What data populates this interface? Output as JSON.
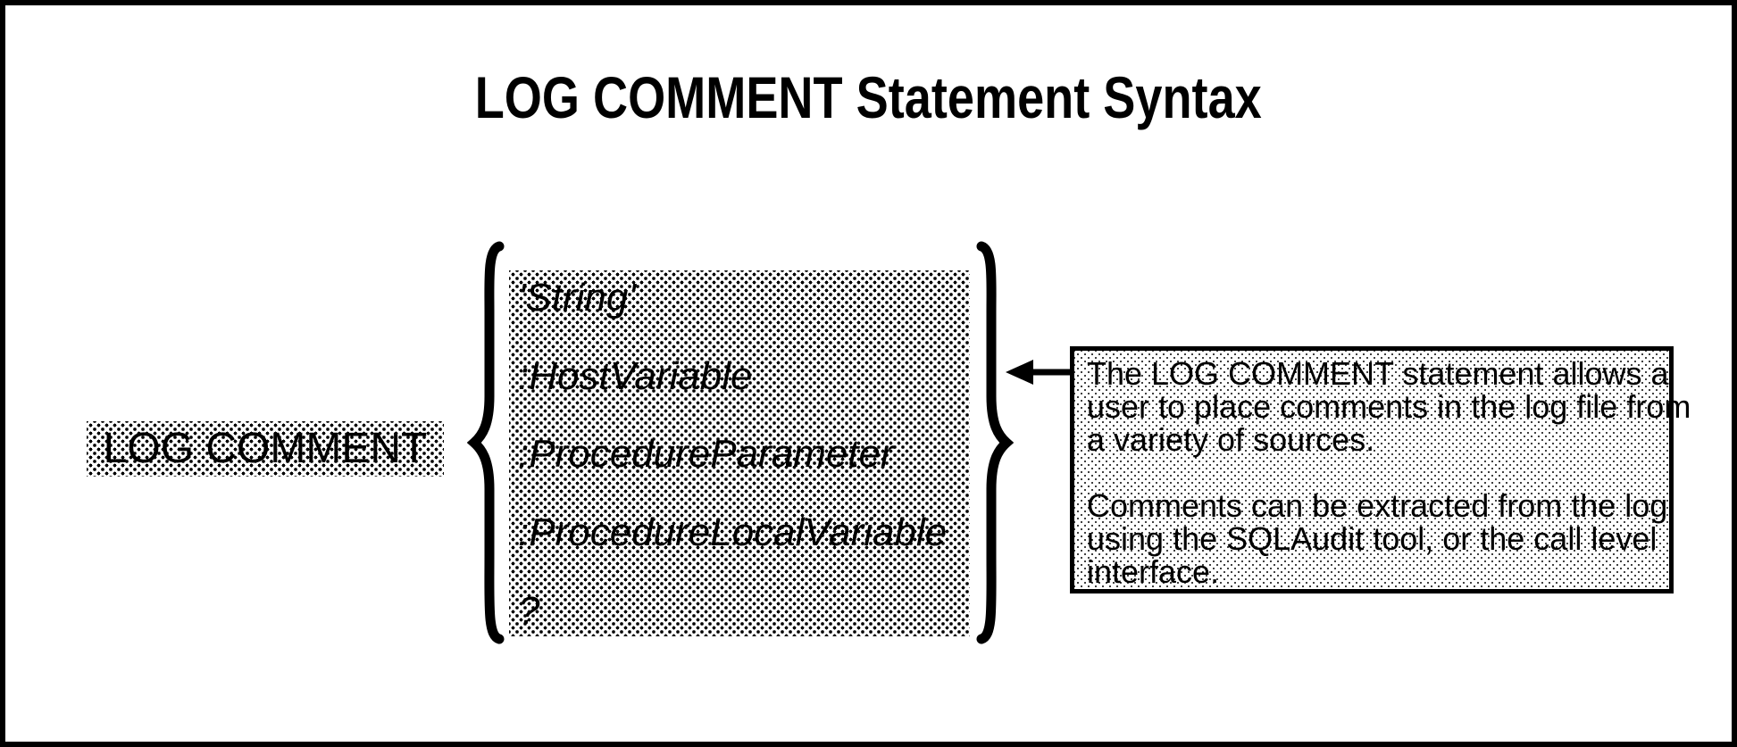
{
  "slide": {
    "title": "LOG COMMENT Statement Syntax"
  },
  "syntax": {
    "keyword": "LOG COMMENT",
    "options": [
      "'String'",
      ":HostVariable",
      ":ProcedureParameter",
      ":ProcedureLocalVariable",
      "?"
    ]
  },
  "note": {
    "lines": [
      "The LOG COMMENT statement allows a",
      "user to place comments in the log file from",
      "a variety of sources.",
      "",
      "Comments can be extracted from the log",
      "using the SQLAudit tool, or the call level",
      "interface."
    ]
  },
  "colors": {
    "ink": "#000000",
    "paper": "#ffffff"
  }
}
